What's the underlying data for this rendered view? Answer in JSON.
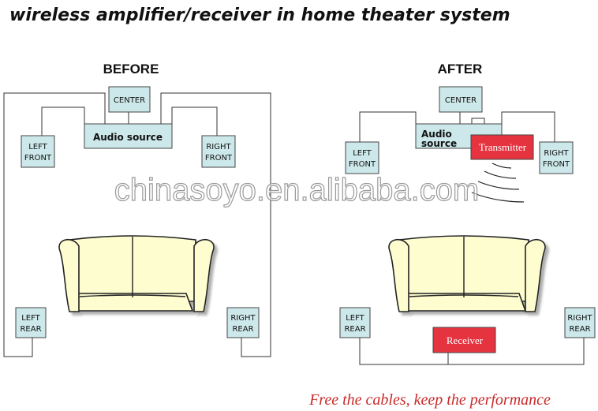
{
  "title": "wireless amplifier/receiver in home theater system",
  "tagline": "Free the cables, keep the performance",
  "watermark": "chinasoyo.en.alibaba.com",
  "colors": {
    "speaker_fill": "#cde8ea",
    "red_box_fill": "#e53440",
    "sofa_fill": "#fdfdd0",
    "tagline": "#c92a2a"
  },
  "before": {
    "heading": "BEFORE",
    "center": "CENTER",
    "audio_source": "Audio source",
    "left_front": [
      "LEFT",
      "FRONT"
    ],
    "right_front": [
      "RIGHT",
      "FRONT"
    ],
    "left_rear": [
      "LEFT",
      "REAR"
    ],
    "right_rear": [
      "RIGHT",
      "REAR"
    ]
  },
  "after": {
    "heading": "AFTER",
    "center": "CENTER",
    "audio_source": [
      "Audio",
      "source"
    ],
    "transmitter": "Transmitter",
    "receiver": "Receiver",
    "left_front": [
      "LEFT",
      "FRONT"
    ],
    "right_front": [
      "RIGHT",
      "FRONT"
    ],
    "left_rear": [
      "LEFT",
      "REAR"
    ],
    "right_rear": [
      "RIGHT",
      "REAR"
    ]
  }
}
